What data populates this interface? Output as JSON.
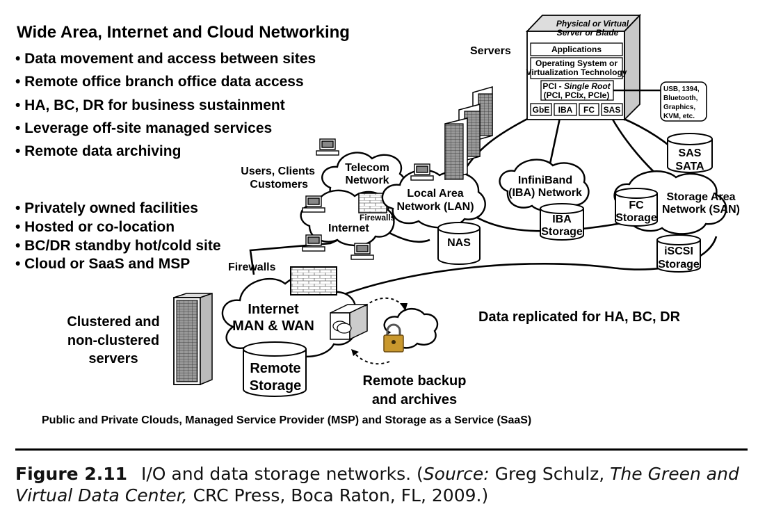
{
  "heading": "Wide Area, Internet and Cloud Networking",
  "bullets_top": [
    "• Data movement and access between sites",
    "• Remote office branch office data access",
    "• HA, BC, DR for business sustainment",
    "• Leverage off-site managed services",
    "• Remote data archiving"
  ],
  "bullets_bottom": [
    "• Privately owned facilities",
    "• Hosted or co-location",
    "• BC/DR standby hot/cold site",
    "• Cloud or SaaS and MSP"
  ],
  "labels": {
    "servers": "Servers",
    "server_box_title": [
      "Physical or Virtual",
      "Server or Blade"
    ],
    "applications": "Applications",
    "os": [
      "Operating System or",
      "Virtualization Technology"
    ],
    "pci": [
      "PCI - ",
      "Single Root",
      "(PCI, PCIx, PCIe)"
    ],
    "ports": [
      "GbE",
      "IBA",
      "FC",
      "SAS"
    ],
    "usb": [
      "USB, 1394,",
      "Bluetooth,",
      "Graphics,",
      "KVM, etc."
    ],
    "users": [
      "Users, Clients",
      "Customers"
    ],
    "telecom": [
      "Telecom",
      "Network"
    ],
    "lan": [
      "Local Area",
      "Network (LAN)"
    ],
    "firewalls_small": "Firewalls",
    "internet_small": "Internet",
    "nas": "NAS",
    "infiniband": [
      "InfiniBand",
      "(IBA) Network"
    ],
    "iba_storage": [
      "IBA",
      "Storage"
    ],
    "sas_sata": [
      "SAS",
      "SATA"
    ],
    "fc_storage": [
      "FC",
      "Storage"
    ],
    "san": [
      "Storage Area",
      "Network (SAN)"
    ],
    "iscsi": [
      "iSCSI",
      "Storage"
    ],
    "firewalls": "Firewalls",
    "internet_man_wan": [
      "Internet",
      "MAN & WAN"
    ],
    "clustered": [
      "Clustered and",
      "non-clustered",
      "servers"
    ],
    "remote_storage": [
      "Remote",
      "Storage"
    ],
    "replicated": "Data replicated for HA, BC, DR",
    "remote_backup": [
      "Remote backup",
      "and archives"
    ],
    "footer": "Public and Private Clouds, Managed Service Provider (MSP) and Storage as a Service (SaaS)"
  },
  "caption": {
    "number": "Figure 2.11",
    "text": "I/O and data storage networks. (",
    "source_label": "Source:",
    "author": " Greg Schulz, ",
    "book": "The Green and Virtual Data Center,",
    "publisher": " CRC Press, Boca Raton, FL, 2009.)"
  }
}
